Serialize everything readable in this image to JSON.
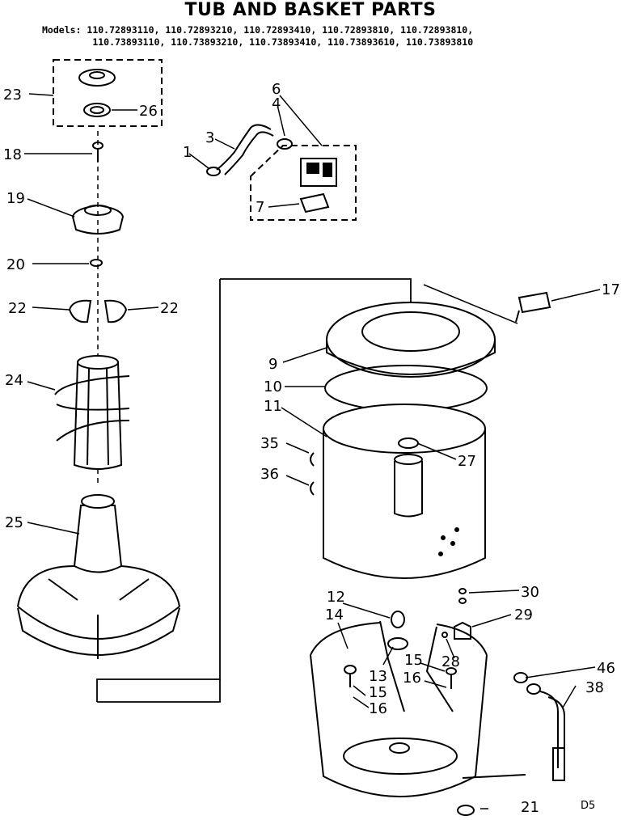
{
  "title": "TUB AND BASKET PARTS",
  "models": {
    "label": "Models:",
    "line1": "110.72893110, 110.72893210, 110.72893410, 110.72893810, 110.72893810,",
    "line2": "110.73893110, 110.73893210, 110.73893410, 110.73893610, 110.73893810"
  },
  "callouts": {
    "p1": "1",
    "p3": "3",
    "p4": "4",
    "p6": "6",
    "p7": "7",
    "p9": "9",
    "p10": "10",
    "p11": "11",
    "p12": "12",
    "p13": "13",
    "p14": "14",
    "p15a": "15",
    "p15b": "15",
    "p16a": "16",
    "p16b": "16",
    "p17": "17",
    "p18": "18",
    "p19": "19",
    "p20": "20",
    "p21": "21",
    "p22a": "22",
    "p22b": "22",
    "p23": "23",
    "p24": "24",
    "p25": "25",
    "p26": "26",
    "p27": "27",
    "p28": "28",
    "p29": "29",
    "p30": "30",
    "p35": "35",
    "p36": "36",
    "p38": "38",
    "p46": "46"
  },
  "figure_code": "D5"
}
